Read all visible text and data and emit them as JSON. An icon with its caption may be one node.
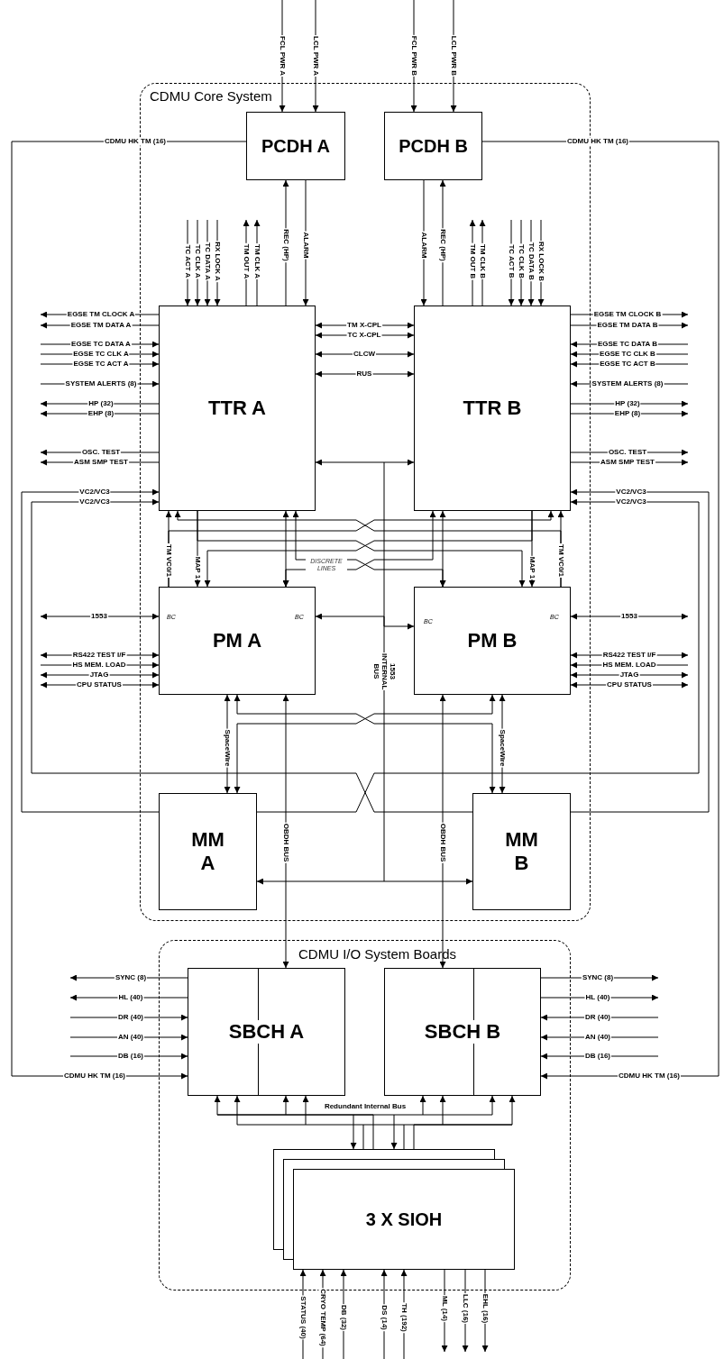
{
  "diagram": {
    "nodes": [
      {
        "text": [
          "CDMU Core System"
        ]
      },
      {
        "text": [
          "PCDH A"
        ],
        "in": 0
      },
      {
        "text": [
          "PCDH B"
        ],
        "in": 0
      },
      {
        "text": [
          "TTR A"
        ],
        "in": 0
      },
      {
        "text": [
          "TTR B"
        ],
        "in": 0
      },
      {
        "text": [
          "PM A",
          "BC",
          "BC"
        ],
        "in": 0
      },
      {
        "text": [
          "PM B",
          "BC",
          "BC"
        ],
        "in": 0
      },
      {
        "text": [
          "MM A"
        ],
        "in": 0
      },
      {
        "text": [
          "MM B"
        ],
        "in": 0
      },
      {
        "text": [
          "CDMU I/O System Boards"
        ]
      },
      {
        "text": [
          "SBCH A"
        ],
        "in": 9
      },
      {
        "text": [
          "SBCH B"
        ],
        "in": 9
      },
      {
        "text": [
          "3 X SIOH"
        ],
        "in": 9
      }
    ],
    "edges": [
      {
        "from": null,
        "to": 1,
        "arrow": "to",
        "label": "FCL PWR A"
      },
      {
        "from": null,
        "to": 1,
        "arrow": "to",
        "label": "LCL PWR A"
      },
      {
        "from": null,
        "to": 2,
        "arrow": "to",
        "label": "FCL PWR B"
      },
      {
        "from": null,
        "to": 2,
        "arrow": "to",
        "label": "LCL PWR B"
      },
      {
        "from": 1,
        "to": 10,
        "arrow": "to",
        "label": "CDMU HK TM (16)"
      },
      {
        "from": 2,
        "to": 11,
        "arrow": "to",
        "label": "CDMU HK TM (16)"
      },
      {
        "from": 3,
        "to": 1,
        "arrow": "to",
        "label": "REC (HP)"
      },
      {
        "from": 1,
        "to": 3,
        "arrow": "to",
        "label": "ALARM"
      },
      {
        "from": 2,
        "to": 4,
        "arrow": "to",
        "label": "ALARM"
      },
      {
        "from": 4,
        "to": 2,
        "arrow": "to",
        "label": "REC (HP)"
      },
      {
        "from": null,
        "to": 3,
        "arrow": "to",
        "label": "TC ACT A"
      },
      {
        "from": null,
        "to": 3,
        "arrow": "to",
        "label": "TC CLK A"
      },
      {
        "from": null,
        "to": 3,
        "arrow": "to",
        "label": "TC DATA A"
      },
      {
        "from": null,
        "to": 3,
        "arrow": "to",
        "label": "RX LOCK A"
      },
      {
        "from": 3,
        "to": null,
        "arrow": "to",
        "label": "TM OUT A"
      },
      {
        "from": 3,
        "to": null,
        "arrow": "to",
        "label": "TM CLK A"
      },
      {
        "from": 4,
        "to": null,
        "arrow": "to",
        "label": "TM OUT B"
      },
      {
        "from": 4,
        "to": null,
        "arrow": "to",
        "label": "TM CLK B"
      },
      {
        "from": null,
        "to": 4,
        "arrow": "to",
        "label": "TC ACT B"
      },
      {
        "from": null,
        "to": 4,
        "arrow": "to",
        "label": "TC CLK B"
      },
      {
        "from": null,
        "to": 4,
        "arrow": "to",
        "label": "TC DATA B"
      },
      {
        "from": null,
        "to": 4,
        "arrow": "to",
        "label": "RX LOCK B"
      },
      {
        "from": 3,
        "to": null,
        "arrow": "to",
        "label": "EGSE TM CLOCK A"
      },
      {
        "from": 3,
        "to": null,
        "arrow": "to",
        "label": "EGSE TM DATA A"
      },
      {
        "from": null,
        "to": 3,
        "arrow": "to",
        "label": "EGSE TC DATA A"
      },
      {
        "from": null,
        "to": 3,
        "arrow": "to",
        "label": "EGSE TC CLK A"
      },
      {
        "from": null,
        "to": 3,
        "arrow": "to",
        "label": "EGSE TC ACT A"
      },
      {
        "from": null,
        "to": 3,
        "arrow": "to",
        "label": "SYSTEM ALERTS (8)"
      },
      {
        "from": 3,
        "to": null,
        "arrow": "to",
        "label": "HP (32)"
      },
      {
        "from": 3,
        "to": null,
        "arrow": "to",
        "label": "EHP (8)"
      },
      {
        "from": 3,
        "to": null,
        "arrow": "to",
        "label": "OSC. TEST"
      },
      {
        "from": 3,
        "to": null,
        "arrow": "to",
        "label": "ASM SMP TEST"
      },
      {
        "from": 4,
        "to": null,
        "arrow": "to",
        "label": "EGSE TM CLOCK B"
      },
      {
        "from": 4,
        "to": null,
        "arrow": "to",
        "label": "EGSE TM DATA B"
      },
      {
        "from": null,
        "to": 4,
        "arrow": "to",
        "label": "EGSE TC DATA B"
      },
      {
        "from": null,
        "to": 4,
        "arrow": "to",
        "label": "EGSE TC CLK B"
      },
      {
        "from": null,
        "to": 4,
        "arrow": "to",
        "label": "EGSE TC ACT B"
      },
      {
        "from": null,
        "to": 4,
        "arrow": "to",
        "label": "SYSTEM ALERTS (8)"
      },
      {
        "from": 4,
        "to": null,
        "arrow": "to",
        "label": "HP (32)"
      },
      {
        "from": 4,
        "to": null,
        "arrow": "to",
        "label": "EHP (8)"
      },
      {
        "from": 4,
        "to": null,
        "arrow": "to",
        "label": "OSC. TEST"
      },
      {
        "from": 4,
        "to": null,
        "arrow": "to",
        "label": "ASM SMP TEST"
      },
      {
        "from": 3,
        "to": 4,
        "arrow": "both",
        "label": "TM X-CPL"
      },
      {
        "from": 3,
        "to": 4,
        "arrow": "both",
        "label": "TC X-CPL"
      },
      {
        "from": 3,
        "to": 4,
        "arrow": "both",
        "label": "CLCW"
      },
      {
        "from": 3,
        "to": 4,
        "arrow": "both",
        "label": "RUS"
      },
      {
        "from": 3,
        "to": 4,
        "arrow": "both"
      },
      {
        "from": 7,
        "to": 3,
        "arrow": "to",
        "label": "VC2/VC3"
      },
      {
        "from": 8,
        "to": 3,
        "arrow": "to",
        "label": "VC2/VC3"
      },
      {
        "from": 8,
        "to": 4,
        "arrow": "to",
        "label": "VC2/VC3"
      },
      {
        "from": 7,
        "to": 4,
        "arrow": "to",
        "label": "VC2/VC3"
      },
      {
        "from": 5,
        "to": 3,
        "arrow": "to",
        "label": "TM VC0/1"
      },
      {
        "from": 5,
        "to": 4,
        "arrow": "to"
      },
      {
        "from": 6,
        "to": 4,
        "arrow": "to",
        "label": "TM VC0/1"
      },
      {
        "from": 6,
        "to": 3,
        "arrow": "to"
      },
      {
        "from": 3,
        "to": 5,
        "arrow": "to",
        "label": "MAP 1"
      },
      {
        "from": 3,
        "to": 6,
        "arrow": "to"
      },
      {
        "from": 4,
        "to": 6,
        "arrow": "to",
        "label": "MAP 1"
      },
      {
        "from": 4,
        "to": 5,
        "arrow": "to"
      },
      {
        "from": 3,
        "to": 5,
        "arrow": "both"
      },
      {
        "from": 3,
        "to": 6,
        "arrow": "both",
        "label": "DISCRETE LINES"
      },
      {
        "from": 4,
        "to": 5,
        "arrow": "both"
      },
      {
        "from": 4,
        "to": 6,
        "arrow": "both"
      },
      {
        "from": null,
        "to": 5,
        "arrow": "both",
        "label": "1553"
      },
      {
        "from": null,
        "to": 5,
        "arrow": "both",
        "label": "RS422 TEST I/F"
      },
      {
        "from": null,
        "to": 5,
        "arrow": "to",
        "label": "HS MEM. LOAD"
      },
      {
        "from": null,
        "to": 5,
        "arrow": "both",
        "label": "JTAG"
      },
      {
        "from": null,
        "to": 5,
        "arrow": "both",
        "label": "CPU STATUS"
      },
      {
        "from": null,
        "to": 6,
        "arrow": "both",
        "label": "1553"
      },
      {
        "from": null,
        "to": 6,
        "arrow": "both",
        "label": "RS422 TEST I/F"
      },
      {
        "from": null,
        "to": 6,
        "arrow": "to",
        "label": "HS MEM. LOAD"
      },
      {
        "from": null,
        "to": 6,
        "arrow": "both",
        "label": "JTAG"
      },
      {
        "from": null,
        "to": 6,
        "arrow": "both",
        "label": "CPU STATUS"
      },
      {
        "from": 5,
        "to": 6,
        "arrow": "both"
      },
      {
        "from": 7,
        "to": 8,
        "arrow": "both"
      },
      {
        "from": 5,
        "to": 7,
        "arrow": "both",
        "label": "SpaceWire"
      },
      {
        "from": 5,
        "to": 8,
        "arrow": "both"
      },
      {
        "from": 6,
        "to": 7,
        "arrow": "both"
      },
      {
        "from": 6,
        "to": 8,
        "arrow": "both",
        "label": "SpaceWire"
      },
      {
        "from": 5,
        "to": 10,
        "arrow": "both",
        "label": "OBDH BUS"
      },
      {
        "from": 6,
        "to": 11,
        "arrow": "both",
        "label": "OBDH BUS"
      },
      {
        "from": 10,
        "to": null,
        "arrow": "to",
        "label": "SYNC (8)"
      },
      {
        "from": 10,
        "to": null,
        "arrow": "to",
        "label": "HL (40)"
      },
      {
        "from": null,
        "to": 10,
        "arrow": "to",
        "label": "DR (40)"
      },
      {
        "from": null,
        "to": 10,
        "arrow": "to",
        "label": "AN (40)"
      },
      {
        "from": null,
        "to": 10,
        "arrow": "to",
        "label": "DB (16)"
      },
      {
        "from": 11,
        "to": null,
        "arrow": "to",
        "label": "SYNC (8)"
      },
      {
        "from": 11,
        "to": null,
        "arrow": "to",
        "label": "HL (40)"
      },
      {
        "from": null,
        "to": 11,
        "arrow": "to",
        "label": "DR (40)"
      },
      {
        "from": null,
        "to": 11,
        "arrow": "to",
        "label": "AN (40)"
      },
      {
        "from": null,
        "to": 11,
        "arrow": "to",
        "label": "DB (16)"
      },
      {
        "from": 10,
        "to": 12,
        "arrow": "both",
        "label": "Redundant Internal Bus"
      },
      {
        "from": 11,
        "to": 12,
        "arrow": "both"
      },
      {
        "from": null,
        "to": 12,
        "arrow": "to",
        "label": "STATUS (40)"
      },
      {
        "from": null,
        "to": 12,
        "arrow": "to",
        "label": "CRYO TEMP (64)"
      },
      {
        "from": null,
        "to": 12,
        "arrow": "to",
        "label": "DB (32)"
      },
      {
        "from": null,
        "to": 12,
        "arrow": "to",
        "label": "DS (14)"
      },
      {
        "from": null,
        "to": 12,
        "arrow": "to",
        "label": "TH (192)"
      },
      {
        "from": 12,
        "to": null,
        "arrow": "to",
        "label": "ML (14)"
      },
      {
        "from": 12,
        "to": null,
        "arrow": "to",
        "label": "LLC (16)"
      },
      {
        "from": 12,
        "to": null,
        "arrow": "to",
        "label": "EHL (16)"
      }
    ],
    "labels": [
      "CDMU HK TM (16)",
      "CDMU HK TM (16)",
      "1553 INTERNAL BUS"
    ]
  }
}
